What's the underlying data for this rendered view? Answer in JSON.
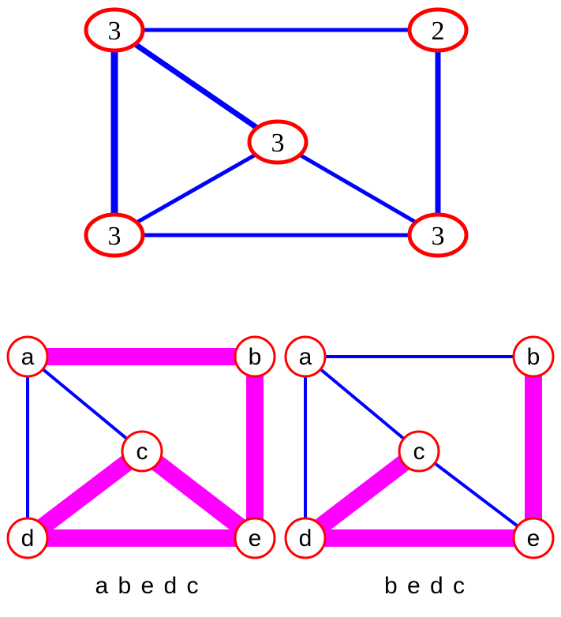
{
  "colors": {
    "edge": "#0000ff",
    "highlight": "#ff00ff",
    "node_stroke": "#ff0000",
    "node_fill": "#ffffff",
    "text": "#000000"
  },
  "degree_graph": {
    "nodes": [
      {
        "id": "top-left",
        "label": "3"
      },
      {
        "id": "top-right",
        "label": "2"
      },
      {
        "id": "center",
        "label": "3"
      },
      {
        "id": "bottom-left",
        "label": "3"
      },
      {
        "id": "bottom-right",
        "label": "3"
      }
    ]
  },
  "path_graph_1": {
    "nodes": [
      {
        "id": "a",
        "label": "a"
      },
      {
        "id": "b",
        "label": "b"
      },
      {
        "id": "c",
        "label": "c"
      },
      {
        "id": "d",
        "label": "d"
      },
      {
        "id": "e",
        "label": "e"
      }
    ],
    "highlighted_path": [
      "a",
      "b",
      "e",
      "d",
      "c"
    ],
    "caption": "a b e d c"
  },
  "path_graph_2": {
    "nodes": [
      {
        "id": "a",
        "label": "a"
      },
      {
        "id": "b",
        "label": "b"
      },
      {
        "id": "c",
        "label": "c"
      },
      {
        "id": "d",
        "label": "d"
      },
      {
        "id": "e",
        "label": "e"
      }
    ],
    "highlighted_path": [
      "b",
      "e",
      "d",
      "c"
    ],
    "caption": "b e d c"
  }
}
